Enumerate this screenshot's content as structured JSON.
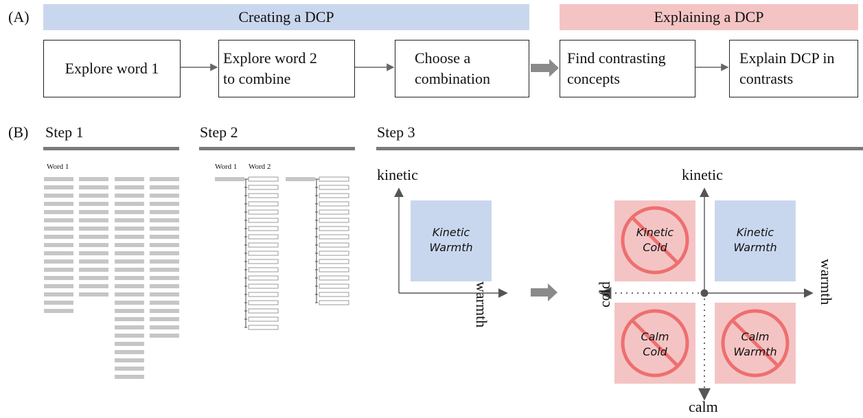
{
  "panel_a": {
    "label": "(A)",
    "phases": [
      {
        "label": "Creating a DCP",
        "color": "#c9d7ee"
      },
      {
        "label": "Explaining a DCP",
        "color": "#f4c4c4"
      }
    ],
    "steps": [
      {
        "line1": "Explore word 1",
        "line2": ""
      },
      {
        "line1": "Explore word 2",
        "line2": "to combine"
      },
      {
        "line1": "Choose a",
        "line2": "combination"
      },
      {
        "line1": "Find contrasting",
        "line2": "concepts"
      },
      {
        "line1": "Explain DCP in",
        "line2": "contrasts"
      }
    ]
  },
  "panel_b": {
    "label": "(B)",
    "step1": {
      "title": "Step 1",
      "column_label": "Word 1"
    },
    "step2": {
      "title": "Step 2",
      "column_label_1": "Word 1",
      "column_label_2": "Word 2"
    },
    "step3": {
      "title": "Step 3",
      "left_plot": {
        "y_axis": "kinetic",
        "x_axis": "warmth",
        "concept_line1": "Kinetic",
        "concept_line2": "Warmth"
      },
      "right_plot": {
        "top": "kinetic",
        "bottom": "calm",
        "left": "cold",
        "right": "warmth",
        "quadrants": {
          "top_left": {
            "line1": "Kinetic",
            "line2": "Cold",
            "crossed": true
          },
          "top_right": {
            "line1": "Kinetic",
            "line2": "Warmth",
            "crossed": false
          },
          "bottom_left": {
            "line1": "Calm",
            "line2": "Cold",
            "crossed": true
          },
          "bottom_right": {
            "line1": "Calm",
            "line2": "Warmth",
            "crossed": true
          }
        }
      }
    }
  },
  "colors": {
    "blue": "#c9d7ee",
    "pink": "#f4c4c4",
    "prohibit_red": "#ee6f6f",
    "list_gray": "#c6c6c6",
    "rule_gray": "#7a7a7a"
  }
}
